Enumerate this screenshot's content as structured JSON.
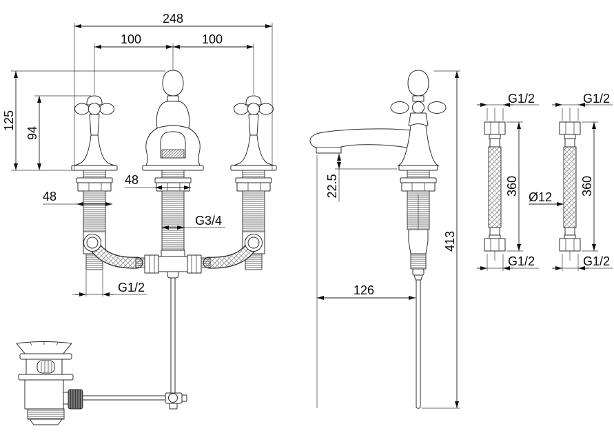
{
  "colors": {
    "background": "#ffffff",
    "line": "#2b2b2b",
    "text": "#0a0a0a"
  },
  "dims": {
    "total_width": "248",
    "pitch_left": "100",
    "pitch_right": "100",
    "overall_height": "125",
    "handle_height": "94",
    "shank_left": "48",
    "shank_center": "48",
    "center_thread": "G3/4",
    "tail_thread": "G1/2",
    "spout_drop": "22.5",
    "spout_reach": "126",
    "side_height": "413",
    "hose_left_top": "G1/2",
    "hose_left_bottom": "G1/2",
    "hose_left_length": "360",
    "hose_right_top": "G1/2",
    "hose_right_bottom": "G1/2",
    "hose_right_length": "360",
    "hose_diameter": "Ø12"
  }
}
